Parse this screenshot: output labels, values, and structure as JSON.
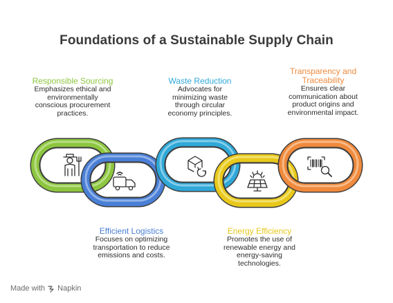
{
  "title": "Foundations of a Sustainable Supply Chain",
  "links": [
    {
      "id": "sourcing",
      "heading": "Responsible Sourcing",
      "description": [
        "Emphasizes ethical and",
        "environmentally",
        "conscious procurement",
        "practices."
      ],
      "color": "#8dc63f",
      "light": "#c8e6a0",
      "icon": "farmer-icon"
    },
    {
      "id": "logistics",
      "heading": "Efficient Logistics",
      "description": [
        "Focuses on optimizing",
        "transportation to reduce",
        "emissions and costs."
      ],
      "color": "#4a7fd6",
      "light": "#a9c4ef",
      "icon": "delivery-truck-icon"
    },
    {
      "id": "waste",
      "heading": "Waste Reduction",
      "description": [
        "Advocates for",
        "minimizing waste",
        "through circular",
        "economy principles."
      ],
      "color": "#2fa8d8",
      "light": "#a4d9ee",
      "icon": "recycle-box-icon"
    },
    {
      "id": "energy",
      "heading": "Energy Efficiency",
      "description": [
        "Promotes the use of",
        "renewable energy and",
        "energy-saving",
        "technologies."
      ],
      "color": "#e8c81a",
      "light": "#f6e98e",
      "icon": "solar-panel-icon"
    },
    {
      "id": "transparency",
      "heading": "Transparency and Traceability",
      "heading_lines": [
        "Transparency and",
        "Traceability"
      ],
      "description": [
        "Ensures clear",
        "communication about",
        "product origins and",
        "environmental impact."
      ],
      "color": "#f08a3c",
      "light": "#f9c9a2",
      "icon": "barcode-scan-icon"
    }
  ],
  "footer": {
    "prefix": "Made with",
    "brand": "Napkin"
  }
}
